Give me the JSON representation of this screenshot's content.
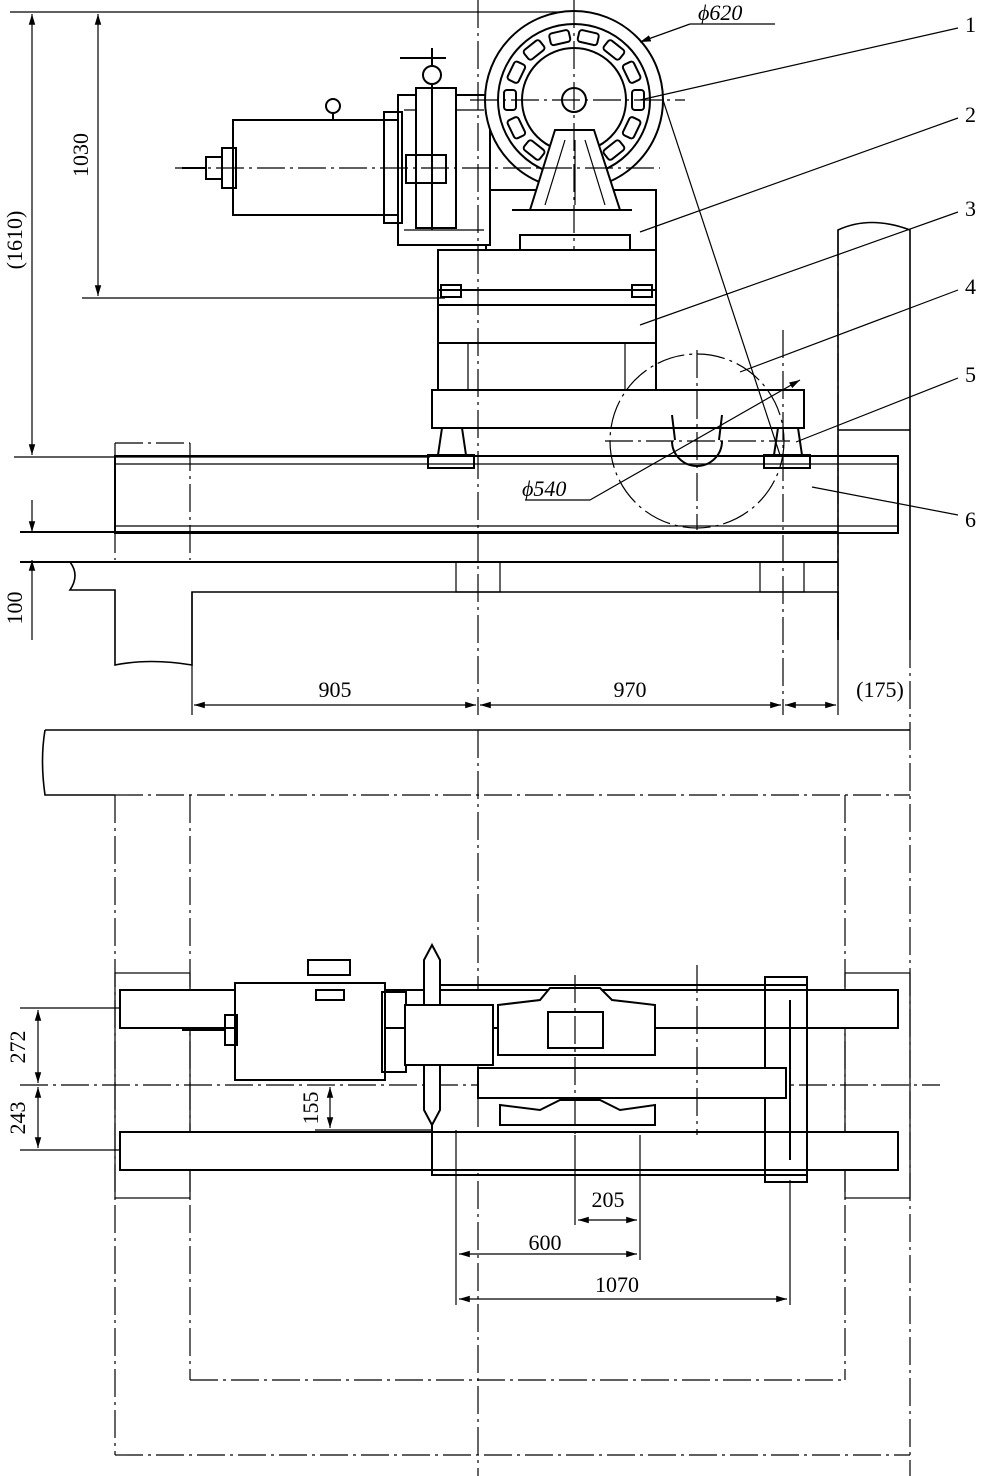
{
  "elevation_view": {
    "diameters": {
      "sheave": "ϕ620",
      "deflector": "ϕ540"
    },
    "vertical_dims": {
      "total": "(1610)",
      "height": "1030",
      "beam": "100"
    },
    "horizontal_dims": {
      "left": "905",
      "middle": "970",
      "right": "(175)"
    },
    "callouts": [
      "1",
      "2",
      "3",
      "4",
      "5",
      "6"
    ]
  },
  "plan_view": {
    "vertical_dims": {
      "upper": "272",
      "lower": "243",
      "offset": "155"
    },
    "horizontal_dims": {
      "a": "205",
      "b": "600",
      "c": "1070"
    }
  }
}
